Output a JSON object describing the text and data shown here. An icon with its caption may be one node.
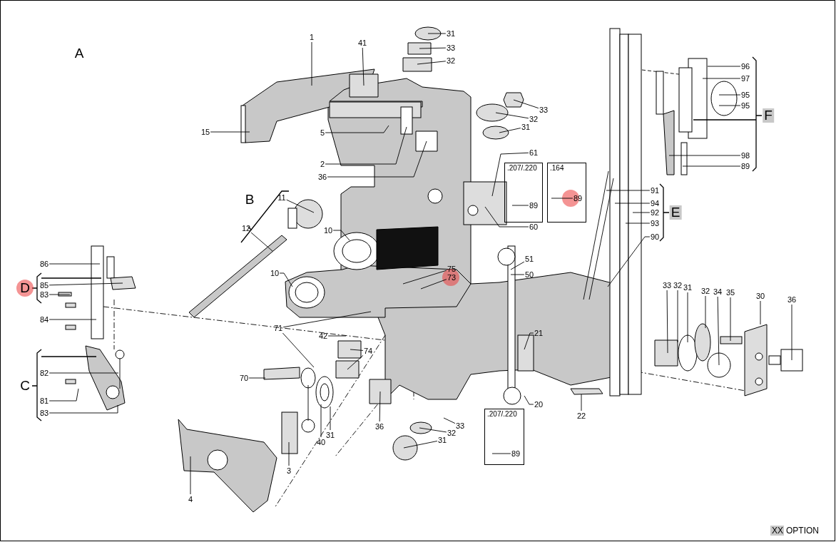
{
  "diagram": {
    "nodes": [
      {
        "text": [
          "1"
        ]
      },
      {
        "text": [
          "41"
        ]
      },
      {
        "text": [
          "31"
        ]
      },
      {
        "text": [
          "33"
        ]
      },
      {
        "text": [
          "32"
        ]
      },
      {
        "text": [
          "33"
        ]
      },
      {
        "text": [
          "32"
        ]
      },
      {
        "text": [
          "31"
        ]
      },
      {
        "text": [
          "15"
        ]
      },
      {
        "text": [
          "5"
        ]
      },
      {
        "text": [
          "2"
        ]
      },
      {
        "text": [
          "36"
        ]
      },
      {
        "text": [
          "61"
        ]
      },
      {
        "text": [
          ".207/.220"
        ]
      },
      {
        "text": [
          "89"
        ],
        "in": 13
      },
      {
        "text": [
          ".164"
        ]
      },
      {
        "text": [
          "89"
        ],
        "in": 15
      },
      {
        "text": [
          "96"
        ]
      },
      {
        "text": [
          "97"
        ]
      },
      {
        "text": [
          "95"
        ]
      },
      {
        "text": [
          "95"
        ]
      },
      {
        "text": [
          "98"
        ]
      },
      {
        "text": [
          "89"
        ]
      },
      {
        "text": [
          "60"
        ]
      },
      {
        "text": [
          "11"
        ]
      },
      {
        "text": [
          "12"
        ]
      },
      {
        "text": [
          "10"
        ]
      },
      {
        "text": [
          "91"
        ]
      },
      {
        "text": [
          "94"
        ]
      },
      {
        "text": [
          "92"
        ]
      },
      {
        "text": [
          "93"
        ]
      },
      {
        "text": [
          "90"
        ]
      },
      {
        "text": [
          "51"
        ]
      },
      {
        "text": [
          "86"
        ]
      },
      {
        "text": [
          "75"
        ]
      },
      {
        "text": [
          "10"
        ]
      },
      {
        "text": [
          "73"
        ]
      },
      {
        "text": [
          "50"
        ]
      },
      {
        "text": [
          "85"
        ]
      },
      {
        "text": [
          "83"
        ]
      },
      {
        "text": [
          "84"
        ]
      },
      {
        "text": [
          "71"
        ]
      },
      {
        "text": [
          "42"
        ]
      },
      {
        "text": [
          "21"
        ]
      },
      {
        "text": [
          "74"
        ]
      },
      {
        "text": [
          "82"
        ]
      },
      {
        "text": [
          "70"
        ]
      },
      {
        "text": [
          "81"
        ]
      },
      {
        "text": [
          "83"
        ]
      },
      {
        "text": [
          "20"
        ]
      },
      {
        "text": [
          "22"
        ]
      },
      {
        "text": [
          ".207/.220"
        ]
      },
      {
        "text": [
          "89"
        ],
        "in": 51
      },
      {
        "text": [
          "33"
        ]
      },
      {
        "text": [
          "32"
        ]
      },
      {
        "text": [
          "31"
        ]
      },
      {
        "text": [
          "36"
        ]
      },
      {
        "text": [
          "40"
        ]
      },
      {
        "text": [
          "31"
        ]
      },
      {
        "text": [
          "3"
        ]
      },
      {
        "text": [
          "4"
        ]
      },
      {
        "text": [
          "33"
        ]
      },
      {
        "text": [
          "32"
        ]
      },
      {
        "text": [
          "31"
        ]
      },
      {
        "text": [
          "32"
        ]
      },
      {
        "text": [
          "34"
        ]
      },
      {
        "text": [
          "35"
        ]
      },
      {
        "text": [
          "30"
        ]
      },
      {
        "text": [
          "36"
        ]
      }
    ],
    "edges": [
      {
        "from": 0,
        "to": null,
        "arrow": "none"
      },
      {
        "from": 1,
        "to": null,
        "arrow": "none"
      },
      {
        "from": 2,
        "to": null,
        "arrow": "none"
      },
      {
        "from": 3,
        "to": null,
        "arrow": "none"
      },
      {
        "from": 4,
        "to": null,
        "arrow": "none"
      },
      {
        "from": 5,
        "to": null,
        "arrow": "none"
      },
      {
        "from": 6,
        "to": null,
        "arrow": "none"
      },
      {
        "from": 7,
        "to": null,
        "arrow": "none"
      },
      {
        "from": 8,
        "to": null,
        "arrow": "none"
      },
      {
        "from": 9,
        "to": null,
        "arrow": "none"
      },
      {
        "from": 10,
        "to": null,
        "arrow": "none"
      },
      {
        "from": 11,
        "to": null,
        "arrow": "none"
      },
      {
        "from": 12,
        "to": null,
        "arrow": "none"
      },
      {
        "from": 14,
        "to": null,
        "arrow": "none"
      },
      {
        "from": 16,
        "to": null,
        "arrow": "none"
      },
      {
        "from": 17,
        "to": null,
        "arrow": "none"
      },
      {
        "from": 18,
        "to": null,
        "arrow": "none"
      },
      {
        "from": 19,
        "to": null,
        "arrow": "none"
      },
      {
        "from": 20,
        "to": null,
        "arrow": "none"
      },
      {
        "from": 21,
        "to": null,
        "arrow": "none"
      },
      {
        "from": 22,
        "to": null,
        "arrow": "none"
      },
      {
        "from": 23,
        "to": null,
        "arrow": "none"
      },
      {
        "from": 24,
        "to": null,
        "arrow": "none"
      },
      {
        "from": 25,
        "to": null,
        "arrow": "none"
      },
      {
        "from": 26,
        "to": null,
        "arrow": "none"
      },
      {
        "from": 27,
        "to": null,
        "arrow": "none"
      },
      {
        "from": 28,
        "to": null,
        "arrow": "none"
      },
      {
        "from": 29,
        "to": null,
        "arrow": "none"
      },
      {
        "from": 30,
        "to": null,
        "arrow": "none"
      },
      {
        "from": 31,
        "to": null,
        "arrow": "none"
      },
      {
        "from": 32,
        "to": null,
        "arrow": "none"
      },
      {
        "from": 33,
        "to": null,
        "arrow": "none"
      },
      {
        "from": 34,
        "to": null,
        "arrow": "none"
      },
      {
        "from": 35,
        "to": null,
        "arrow": "none"
      },
      {
        "from": 36,
        "to": null,
        "arrow": "none"
      },
      {
        "from": 37,
        "to": null,
        "arrow": "none"
      },
      {
        "from": 38,
        "to": null,
        "arrow": "none"
      },
      {
        "from": 39,
        "to": null,
        "arrow": "none"
      },
      {
        "from": 40,
        "to": null,
        "arrow": "none"
      },
      {
        "from": 41,
        "to": null,
        "arrow": "none"
      },
      {
        "from": 41,
        "to": null,
        "arrow": "none"
      },
      {
        "from": 42,
        "to": null,
        "arrow": "none"
      },
      {
        "from": 43,
        "to": null,
        "arrow": "none"
      },
      {
        "from": 44,
        "to": null,
        "arrow": "none"
      },
      {
        "from": 44,
        "to": null,
        "arrow": "none"
      },
      {
        "from": 45,
        "to": null,
        "arrow": "none"
      },
      {
        "from": 46,
        "to": null,
        "arrow": "none"
      },
      {
        "from": 47,
        "to": null,
        "arrow": "none"
      },
      {
        "from": 48,
        "to": null,
        "arrow": "none"
      },
      {
        "from": 49,
        "to": null,
        "arrow": "none"
      },
      {
        "from": 50,
        "to": null,
        "arrow": "none"
      },
      {
        "from": 52,
        "to": null,
        "arrow": "none"
      },
      {
        "from": 53,
        "to": null,
        "arrow": "none"
      },
      {
        "from": 54,
        "to": null,
        "arrow": "none"
      },
      {
        "from": 55,
        "to": null,
        "arrow": "none"
      },
      {
        "from": 56,
        "to": null,
        "arrow": "none"
      },
      {
        "from": 57,
        "to": null,
        "arrow": "none"
      },
      {
        "from": 58,
        "to": null,
        "arrow": "none"
      },
      {
        "from": 59,
        "to": null,
        "arrow": "none"
      },
      {
        "from": 60,
        "to": null,
        "arrow": "none"
      },
      {
        "from": 61,
        "to": null,
        "arrow": "none"
      },
      {
        "from": 62,
        "to": null,
        "arrow": "none"
      },
      {
        "from": 63,
        "to": null,
        "arrow": "none"
      },
      {
        "from": 64,
        "to": null,
        "arrow": "none"
      },
      {
        "from": 65,
        "to": null,
        "arrow": "none"
      },
      {
        "from": 66,
        "to": null,
        "arrow": "none"
      },
      {
        "from": 67,
        "to": null,
        "arrow": "none"
      },
      {
        "from": 68,
        "to": null,
        "arrow": "none"
      }
    ],
    "labels": [
      "A",
      "F",
      "B",
      "E",
      "D",
      "C",
      "XX"
    ],
    "legend": [
      {
        "text": "OPTION",
        "color": "#c8c8c8"
      }
    ]
  }
}
